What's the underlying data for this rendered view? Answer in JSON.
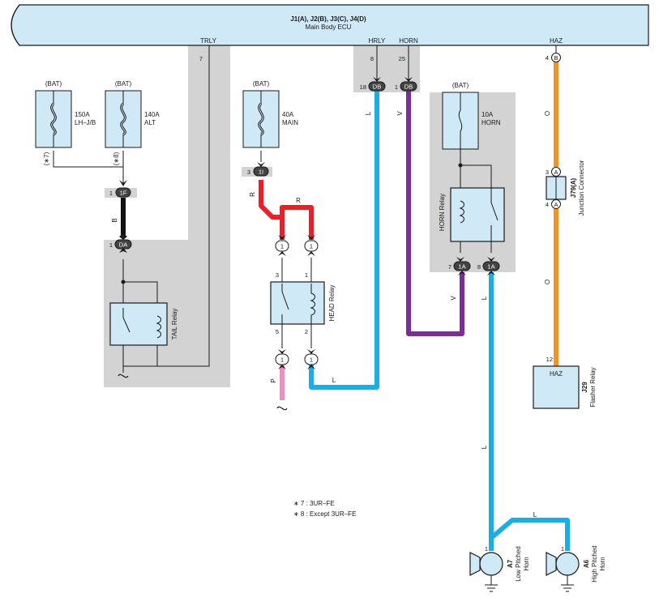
{
  "ecu": {
    "title": "J1(A), J2(B), J3(C), J4(D)",
    "subtitle": "Main Body ECU",
    "terminals": {
      "trly": "TRLY",
      "hrly": "HRLY",
      "horn": "HORN",
      "haz": "HAZ"
    }
  },
  "pins": {
    "trly": "7",
    "hrly": "8",
    "horn": "25",
    "haz": "4",
    "db_left": "18",
    "db_right": "1",
    "f1": "1",
    "da": "1",
    "i1": "3",
    "horn_1a_left": "7",
    "horn_1a_right": "8",
    "j79_top": "3",
    "j79_bot": "4",
    "head_3": "3",
    "head_1": "1",
    "head_5": "5",
    "head_2": "2",
    "haz_in": "12",
    "a7": "1",
    "a6": "1"
  },
  "connectors": {
    "db": "DB",
    "f1": "1F",
    "da": "DA",
    "i1": "1I",
    "one": "1",
    "one_a": "1A",
    "a": "A",
    "b": "B"
  },
  "fuses": [
    {
      "source": "(BAT)",
      "rating": "150A",
      "name": "LH–J/B",
      "note": "(∗7)"
    },
    {
      "source": "(BAT)",
      "rating": "140A",
      "name": "ALT",
      "note": "(∗8)"
    },
    {
      "source": "(BAT)",
      "rating": "40A",
      "name": "MAIN"
    },
    {
      "source": "(BAT)",
      "rating": "10A",
      "name": "HORN"
    }
  ],
  "relays": {
    "tail": "TAIL Relay",
    "head": "HEAD Relay",
    "horn": "HORN Relay"
  },
  "wires": {
    "b": "B",
    "r": "R",
    "l": "L",
    "v": "V",
    "o": "O",
    "p": "P"
  },
  "junction": {
    "id": "J79(A)",
    "name": "Junction Connector"
  },
  "flasher": {
    "label": "HAZ",
    "id": "J29",
    "name": "Flasher Relay"
  },
  "horns": [
    {
      "id": "A7",
      "line1": "Low Pitched",
      "line2": "Horn"
    },
    {
      "id": "A6",
      "line1": "High Pitched",
      "line2": "Horn"
    }
  ],
  "notes": [
    "∗ 7 : 3UR–FE",
    "∗ 8 : Except 3UR–FE"
  ],
  "colors": {
    "ecu_fill": "#cfe9f7",
    "shade": "#d3d3d3",
    "blue": "#1aaee5",
    "red": "#e8202a",
    "purple": "#7b2f96",
    "orange": "#f39322",
    "pink": "#f08fbf",
    "black": "#111111"
  }
}
